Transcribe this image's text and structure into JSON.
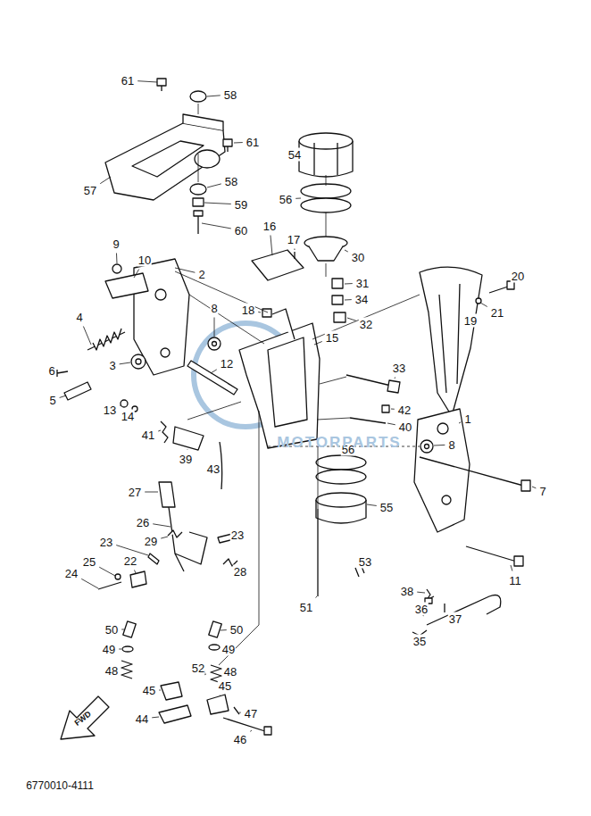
{
  "diagram": {
    "labels": [
      "61",
      "58",
      "61",
      "54",
      "57",
      "58",
      "56",
      "59",
      "60",
      "16",
      "17",
      "9",
      "30",
      "10",
      "2",
      "31",
      "20",
      "34",
      "21",
      "32",
      "19",
      "8",
      "18",
      "4",
      "15",
      "3",
      "12",
      "33",
      "6",
      "5",
      "13",
      "14",
      "42",
      "40",
      "41",
      "8",
      "1",
      "39",
      "56",
      "7",
      "43",
      "27",
      "26",
      "55",
      "29",
      "23",
      "11",
      "53",
      "23",
      "28",
      "22",
      "24",
      "25",
      "38",
      "36",
      "37",
      "35",
      "51",
      "50",
      "50",
      "49",
      "49",
      "48",
      "52",
      "48",
      "45",
      "45",
      "47",
      "44",
      "46",
      "FWD",
      "6770010-4111",
      "MOTORPARTS"
    ]
  }
}
